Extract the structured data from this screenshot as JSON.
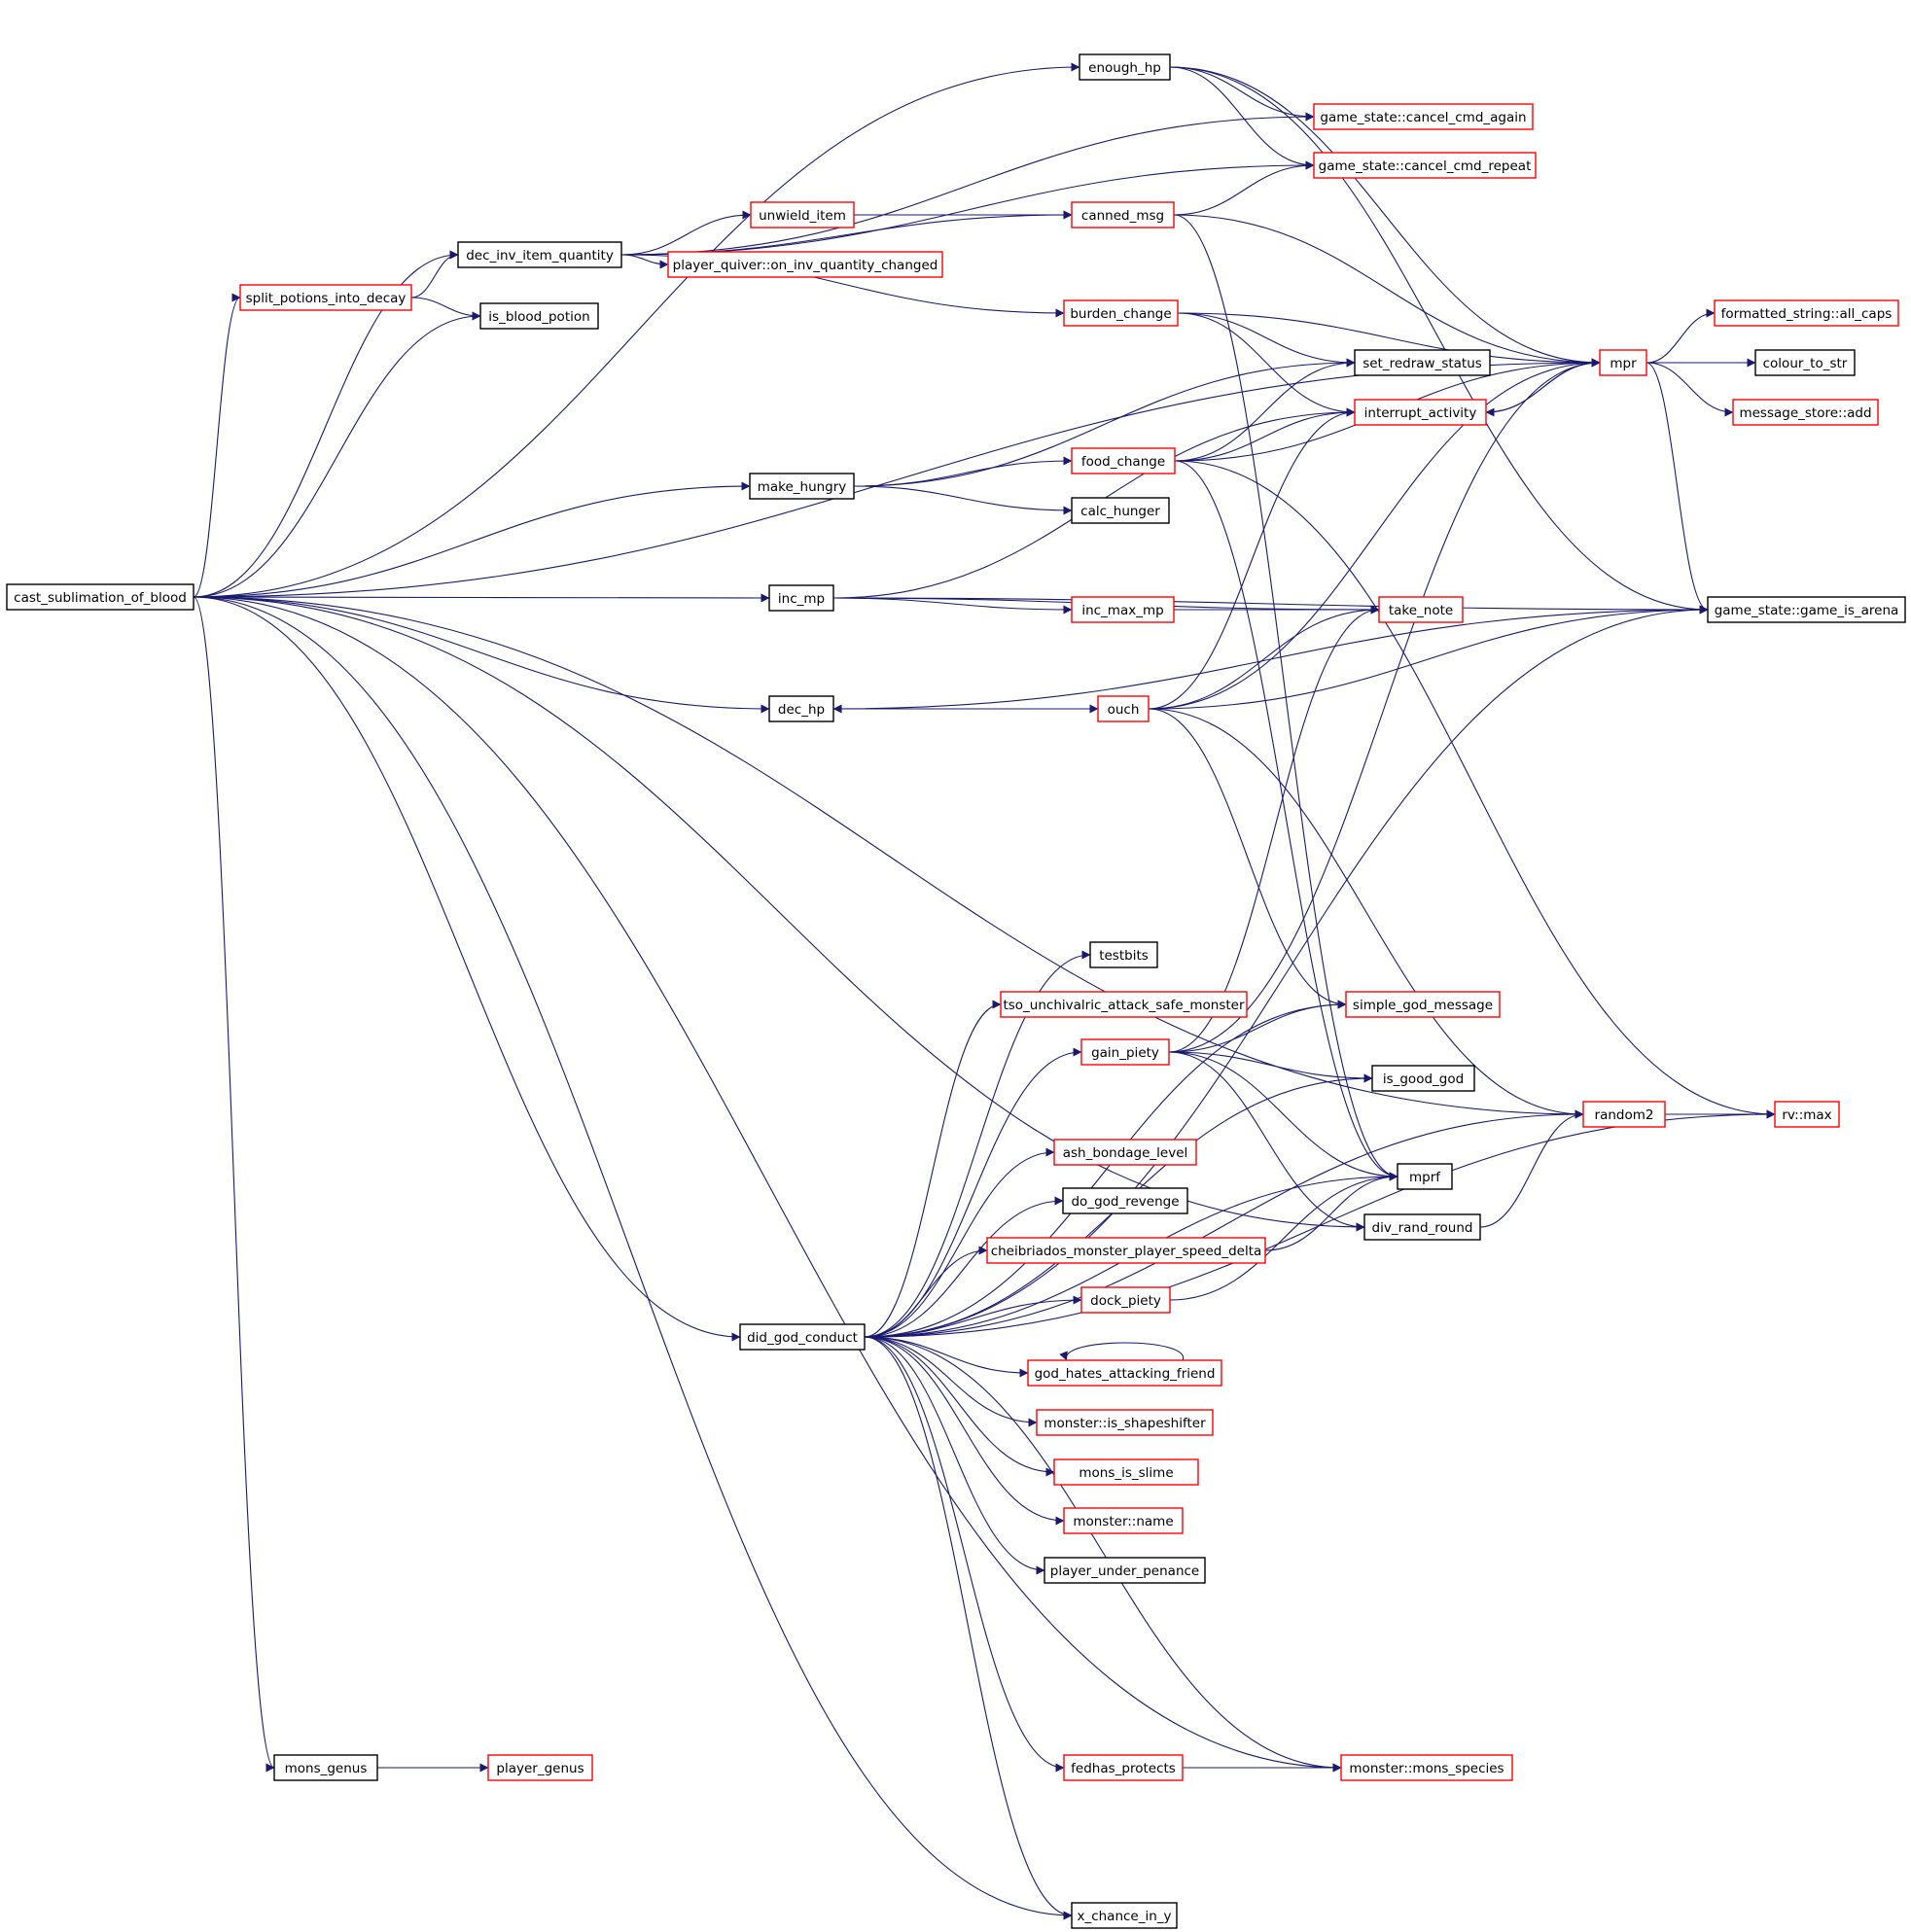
{
  "colors": {
    "edge": "#191970",
    "plain_border": "#000000",
    "truncated_border": "#ff0000",
    "root_fill": "#bfbfbf",
    "text": "#000000"
  },
  "nodes": {
    "cast": {
      "label": "cast_sublimation_of_blood",
      "kind": "root"
    },
    "enough_hp": {
      "label": "enough_hp",
      "kind": "plain"
    },
    "cancel_again": {
      "label": "game_state::cancel_cmd_again",
      "kind": "truncated"
    },
    "cancel_repeat": {
      "label": "game_state::cancel_cmd_repeat",
      "kind": "truncated"
    },
    "dec_inv": {
      "label": "dec_inv_item_quantity",
      "kind": "plain"
    },
    "unwield": {
      "label": "unwield_item",
      "kind": "truncated"
    },
    "canned_msg": {
      "label": "canned_msg",
      "kind": "truncated"
    },
    "quiver": {
      "label": "player_quiver::on_inv_quantity_changed",
      "kind": "truncated"
    },
    "split": {
      "label": "split_potions_into_decay",
      "kind": "truncated"
    },
    "is_blood": {
      "label": "is_blood_potion",
      "kind": "plain"
    },
    "burden": {
      "label": "burden_change",
      "kind": "truncated"
    },
    "fmt_caps": {
      "label": "formatted_string::all_caps",
      "kind": "truncated"
    },
    "mpr": {
      "label": "mpr",
      "kind": "truncated"
    },
    "colour": {
      "label": "colour_to_str",
      "kind": "plain"
    },
    "set_redraw": {
      "label": "set_redraw_status",
      "kind": "plain"
    },
    "msg_add": {
      "label": "message_store::add",
      "kind": "truncated"
    },
    "interrupt": {
      "label": "interrupt_activity",
      "kind": "truncated"
    },
    "food_change": {
      "label": "food_change",
      "kind": "truncated"
    },
    "make_hungry": {
      "label": "make_hungry",
      "kind": "plain"
    },
    "calc_hunger": {
      "label": "calc_hunger",
      "kind": "plain"
    },
    "inc_mp": {
      "label": "inc_mp",
      "kind": "plain"
    },
    "inc_max_mp": {
      "label": "inc_max_mp",
      "kind": "truncated"
    },
    "take_note": {
      "label": "take_note",
      "kind": "truncated"
    },
    "arena": {
      "label": "game_state::game_is_arena",
      "kind": "plain"
    },
    "dec_hp": {
      "label": "dec_hp",
      "kind": "plain"
    },
    "ouch": {
      "label": "ouch",
      "kind": "truncated"
    },
    "testbits": {
      "label": "testbits",
      "kind": "plain"
    },
    "tso": {
      "label": "tso_unchivalric_attack_safe_monster",
      "kind": "truncated"
    },
    "simple_god": {
      "label": "simple_god_message",
      "kind": "truncated"
    },
    "gain_piety": {
      "label": "gain_piety",
      "kind": "truncated"
    },
    "is_good_god": {
      "label": "is_good_god",
      "kind": "plain"
    },
    "random2": {
      "label": "random2",
      "kind": "truncated"
    },
    "rv_max": {
      "label": "rv::max",
      "kind": "truncated"
    },
    "ash": {
      "label": "ash_bondage_level",
      "kind": "truncated"
    },
    "mprf": {
      "label": "mprf",
      "kind": "plain"
    },
    "revenge": {
      "label": "do_god_revenge",
      "kind": "plain"
    },
    "div_rand": {
      "label": "div_rand_round",
      "kind": "plain"
    },
    "cheib": {
      "label": "cheibriados_monster_player_speed_delta",
      "kind": "truncated"
    },
    "dock_piety": {
      "label": "dock_piety",
      "kind": "truncated"
    },
    "did_god": {
      "label": "did_god_conduct",
      "kind": "plain"
    },
    "hates": {
      "label": "god_hates_attacking_friend",
      "kind": "truncated"
    },
    "shapeshifter": {
      "label": "monster::is_shapeshifter",
      "kind": "truncated"
    },
    "slime": {
      "label": "mons_is_slime",
      "kind": "truncated"
    },
    "mname": {
      "label": "monster::name",
      "kind": "truncated"
    },
    "penance": {
      "label": "player_under_penance",
      "kind": "plain"
    },
    "mons_genus": {
      "label": "mons_genus",
      "kind": "plain"
    },
    "player_genus": {
      "label": "player_genus",
      "kind": "truncated"
    },
    "fedhas": {
      "label": "fedhas_protects",
      "kind": "truncated"
    },
    "mons_species": {
      "label": "monster::mons_species",
      "kind": "truncated"
    },
    "x_chance": {
      "label": "x_chance_in_y",
      "kind": "plain"
    }
  },
  "edges": [
    [
      "cast",
      "enough_hp"
    ],
    [
      "cast",
      "dec_inv"
    ],
    [
      "cast",
      "split"
    ],
    [
      "cast",
      "is_blood"
    ],
    [
      "cast",
      "mpr"
    ],
    [
      "cast",
      "make_hungry"
    ],
    [
      "cast",
      "inc_mp"
    ],
    [
      "cast",
      "dec_hp"
    ],
    [
      "cast",
      "random2"
    ],
    [
      "cast",
      "did_god"
    ],
    [
      "cast",
      "div_rand"
    ],
    [
      "cast",
      "mons_genus"
    ],
    [
      "cast",
      "x_chance"
    ],
    [
      "cast",
      "mons_species"
    ],
    [
      "enough_hp",
      "cancel_again"
    ],
    [
      "enough_hp",
      "cancel_repeat"
    ],
    [
      "enough_hp",
      "mpr"
    ],
    [
      "enough_hp",
      "arena"
    ],
    [
      "dec_inv",
      "cancel_again"
    ],
    [
      "dec_inv",
      "cancel_repeat"
    ],
    [
      "dec_inv",
      "unwield"
    ],
    [
      "dec_inv",
      "quiver"
    ],
    [
      "dec_inv",
      "canned_msg"
    ],
    [
      "dec_inv",
      "burden"
    ],
    [
      "unwield",
      "canned_msg"
    ],
    [
      "canned_msg",
      "cancel_repeat"
    ],
    [
      "canned_msg",
      "mpr"
    ],
    [
      "canned_msg",
      "mprf"
    ],
    [
      "split",
      "dec_inv"
    ],
    [
      "split",
      "is_blood"
    ],
    [
      "burden",
      "mpr"
    ],
    [
      "burden",
      "set_redraw"
    ],
    [
      "burden",
      "interrupt"
    ],
    [
      "mpr",
      "fmt_caps"
    ],
    [
      "mpr",
      "colour"
    ],
    [
      "mpr",
      "msg_add"
    ],
    [
      "mpr",
      "interrupt"
    ],
    [
      "mpr",
      "arena"
    ],
    [
      "interrupt",
      "mpr"
    ],
    [
      "food_change",
      "set_redraw"
    ],
    [
      "food_change",
      "interrupt"
    ],
    [
      "food_change",
      "mpr"
    ],
    [
      "food_change",
      "mprf"
    ],
    [
      "food_change",
      "rv_max"
    ],
    [
      "make_hungry",
      "set_redraw"
    ],
    [
      "make_hungry",
      "food_change"
    ],
    [
      "make_hungry",
      "calc_hunger"
    ],
    [
      "inc_mp",
      "interrupt"
    ],
    [
      "inc_mp",
      "inc_max_mp"
    ],
    [
      "inc_mp",
      "take_note"
    ],
    [
      "inc_mp",
      "arena"
    ],
    [
      "inc_max_mp",
      "take_note"
    ],
    [
      "dec_hp",
      "ouch"
    ],
    [
      "dec_hp",
      "arena"
    ],
    [
      "ouch",
      "dec_hp"
    ],
    [
      "ouch",
      "interrupt"
    ],
    [
      "ouch",
      "take_note"
    ],
    [
      "ouch",
      "mpr"
    ],
    [
      "ouch",
      "arena"
    ],
    [
      "ouch",
      "simple_god"
    ],
    [
      "ouch",
      "random2"
    ],
    [
      "gain_piety",
      "simple_god"
    ],
    [
      "gain_piety",
      "is_good_god"
    ],
    [
      "gain_piety",
      "mpr"
    ],
    [
      "gain_piety",
      "mprf"
    ],
    [
      "gain_piety",
      "div_rand"
    ],
    [
      "gain_piety",
      "take_note"
    ],
    [
      "random2",
      "rv_max"
    ],
    [
      "div_rand",
      "random2"
    ],
    [
      "did_god",
      "arena"
    ],
    [
      "did_god",
      "simple_god"
    ],
    [
      "did_god",
      "testbits"
    ],
    [
      "did_god",
      "tso"
    ],
    [
      "did_god",
      "gain_piety"
    ],
    [
      "did_god",
      "is_good_god"
    ],
    [
      "did_god",
      "ash"
    ],
    [
      "did_god",
      "revenge"
    ],
    [
      "did_god",
      "cheib"
    ],
    [
      "did_god",
      "dock_piety"
    ],
    [
      "did_god",
      "hates"
    ],
    [
      "did_god",
      "shapeshifter"
    ],
    [
      "did_god",
      "slime"
    ],
    [
      "did_god",
      "mname"
    ],
    [
      "did_god",
      "penance"
    ],
    [
      "did_god",
      "mprf"
    ],
    [
      "did_god",
      "fedhas"
    ],
    [
      "did_god",
      "mons_species"
    ],
    [
      "did_god",
      "rv_max"
    ],
    [
      "did_god",
      "x_chance"
    ],
    [
      "did_god",
      "random2"
    ],
    [
      "cheib",
      "mprf"
    ],
    [
      "dock_piety",
      "mprf"
    ],
    [
      "hates",
      "hates"
    ],
    [
      "mons_genus",
      "player_genus"
    ],
    [
      "fedhas",
      "mons_species"
    ]
  ]
}
